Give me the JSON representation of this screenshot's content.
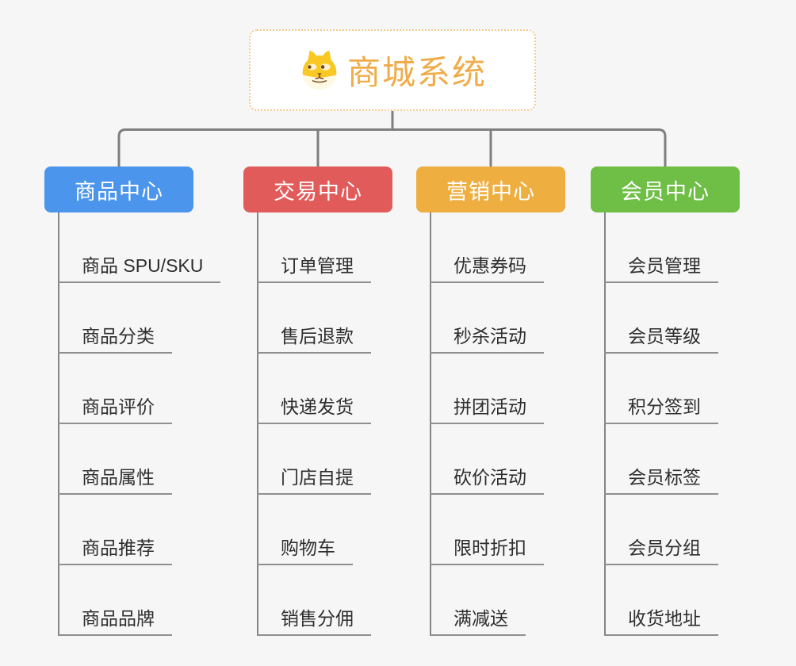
{
  "canvas": {
    "background": "#f6f6f6"
  },
  "root": {
    "title": "商城系统",
    "title_color": "#f0ac49",
    "border_color": "#f4c98c",
    "icon": "doge-face-icon"
  },
  "connector_color": "#7f7f7f",
  "branches": [
    {
      "label": "商品中心",
      "color": "#4b96ec",
      "items": [
        "商品 SPU/SKU",
        "商品分类",
        "商品评价",
        "商品属性",
        "商品推荐",
        "商品品牌"
      ]
    },
    {
      "label": "交易中心",
      "color": "#e25b5b",
      "items": [
        "订单管理",
        "售后退款",
        "快递发货",
        "门店自提",
        "购物车",
        "销售分佣"
      ]
    },
    {
      "label": "营销中心",
      "color": "#efae40",
      "items": [
        "优惠券码",
        "秒杀活动",
        "拼团活动",
        "砍价活动",
        "限时折扣",
        "满减送"
      ]
    },
    {
      "label": "会员中心",
      "color": "#6fbe46",
      "items": [
        "会员管理",
        "会员等级",
        "积分签到",
        "会员标签",
        "会员分组",
        "收货地址"
      ]
    }
  ]
}
